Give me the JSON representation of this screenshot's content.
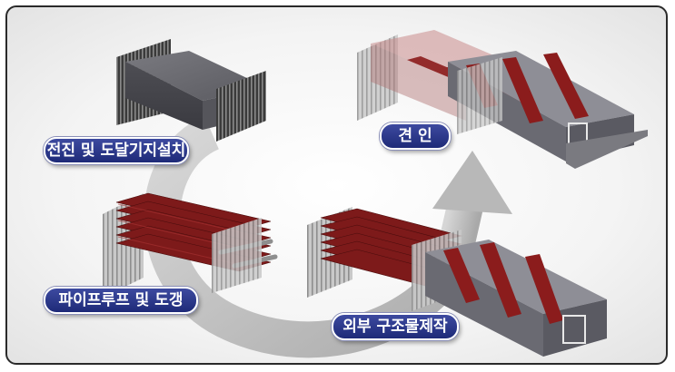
{
  "steps": [
    {
      "label": "전진 및 도달기지설치"
    },
    {
      "label": "파이프루프 및 도갱"
    },
    {
      "label": "견 인"
    },
    {
      "label": "외부 구조물제작"
    }
  ],
  "colors": {
    "label_fill": "#26328a",
    "steel_box": "#6e6e78",
    "pipe_red": "#8b1c1c",
    "arrow_gray": "#bdbdbd"
  }
}
